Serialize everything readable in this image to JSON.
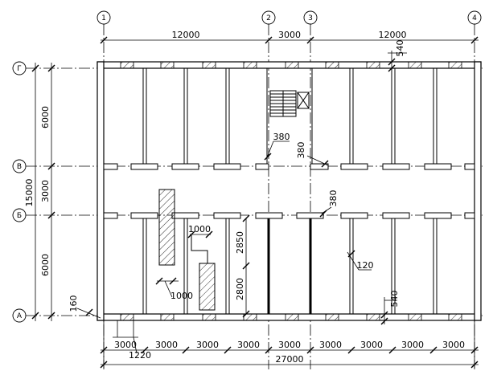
{
  "axes": {
    "vertical": [
      "1",
      "2",
      "3",
      "4"
    ],
    "horizontal": [
      "Г",
      "В",
      "Б",
      "А"
    ]
  },
  "dimensions": {
    "top": [
      "12000",
      "3000",
      "12000"
    ],
    "left": [
      "6000",
      "3000",
      "6000"
    ],
    "left_total": "15000",
    "bottom": [
      "3000",
      "3000",
      "3000",
      "3000",
      "3000",
      "3000",
      "3000",
      "3000",
      "3000"
    ],
    "bottom_total": "27000",
    "offset_bottom": "1220",
    "offset_corner": "160",
    "wall_top_right": "540",
    "wall_bottom_right": "540",
    "column_1": "380",
    "column_2": "380",
    "column_3": "380",
    "pier_width": "1000",
    "opening_width": "1000",
    "height_upper": "2850",
    "height_lower": "2800",
    "partition": "120"
  }
}
